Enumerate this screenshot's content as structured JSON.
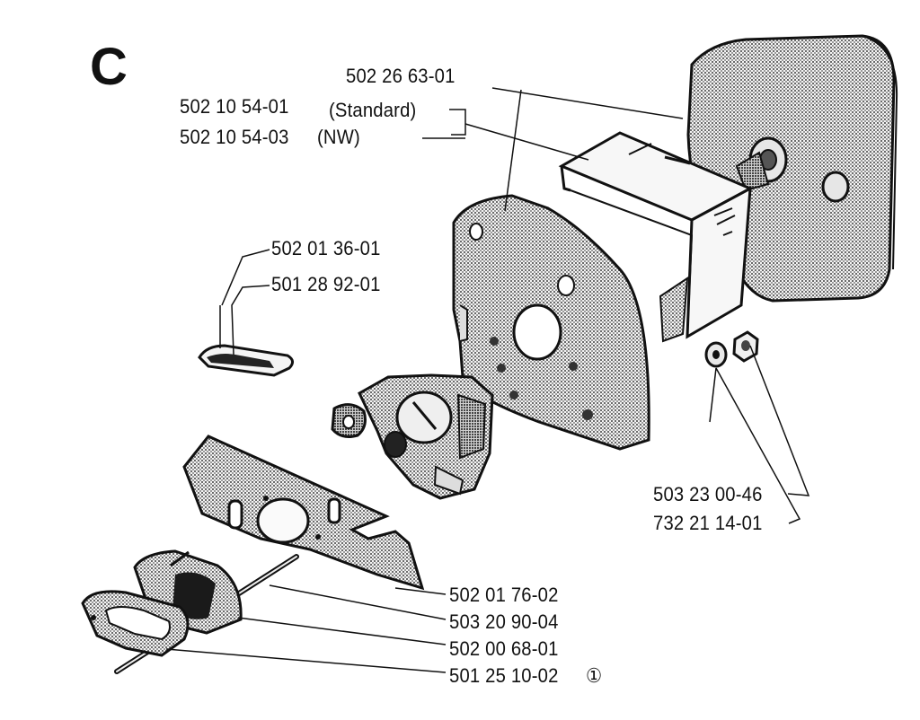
{
  "section_letter": "C",
  "labels": {
    "top_filter": "502 26 63-01",
    "std_pn": "502 10 54-01",
    "std_tag": "(Standard)",
    "nw_pn": "502 10 54-03",
    "nw_tag": "(NW)",
    "clip_a": "502 01 36-01",
    "clip_b": "501 28 92-01",
    "washer": "503 23 00-46",
    "nut": "732 21 14-01",
    "plate": "502 01 76-02",
    "gasket_a": "503 20 90-04",
    "gasket_b": "502 00 68-01",
    "bolt": "501 25 10-02",
    "bolt_note": "①"
  },
  "colors": {
    "ink": "#111111",
    "paper": "#ffffff",
    "tone": "#8c8c8c"
  }
}
